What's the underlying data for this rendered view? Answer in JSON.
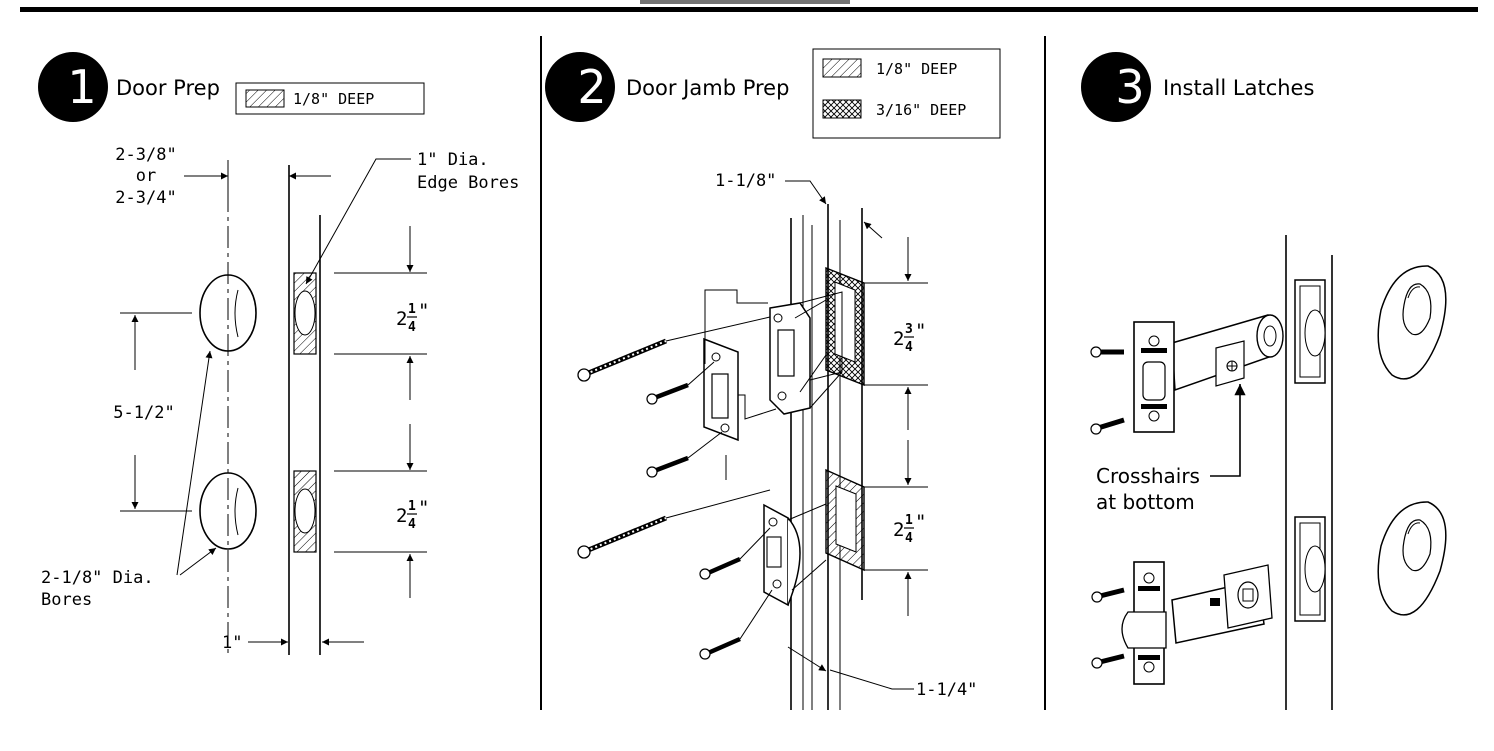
{
  "steps": [
    {
      "number": "1",
      "title": "Door Prep",
      "legend": [
        "1/8\" DEEP"
      ],
      "dims": {
        "backset_l1": "2-3/8\"",
        "backset_l2": "or",
        "backset_l3": "2-3/4\"",
        "edge_bore_l1": "1\" Dia.",
        "edge_bore_l2": "Edge Bores",
        "spacing": "5-1/2\"",
        "bore_l1": "2-1/8\" Dia.",
        "bore_l2": "Bores",
        "edge_width": "1\"",
        "mortise_top_whole": "2",
        "mortise_top_num": "1",
        "mortise_top_den": "4",
        "mortise_top_unit": "\"",
        "mortise_bot_whole": "2",
        "mortise_bot_num": "1",
        "mortise_bot_den": "4",
        "mortise_bot_unit": "\""
      }
    },
    {
      "number": "2",
      "title": "Door Jamb Prep",
      "legend": [
        "1/8\" DEEP",
        "3/16\" DEEP"
      ],
      "dims": {
        "setback_top": "1-1/8\"",
        "setback_bottom": "1-1/4\"",
        "upper_whole": "2",
        "upper_num": "3",
        "upper_den": "4",
        "upper_unit": "\"",
        "lower_whole": "2",
        "lower_num": "1",
        "lower_den": "4",
        "lower_unit": "\""
      }
    },
    {
      "number": "3",
      "title": "Install Latches",
      "note_l1": "Crosshairs",
      "note_l2": "at bottom"
    }
  ]
}
